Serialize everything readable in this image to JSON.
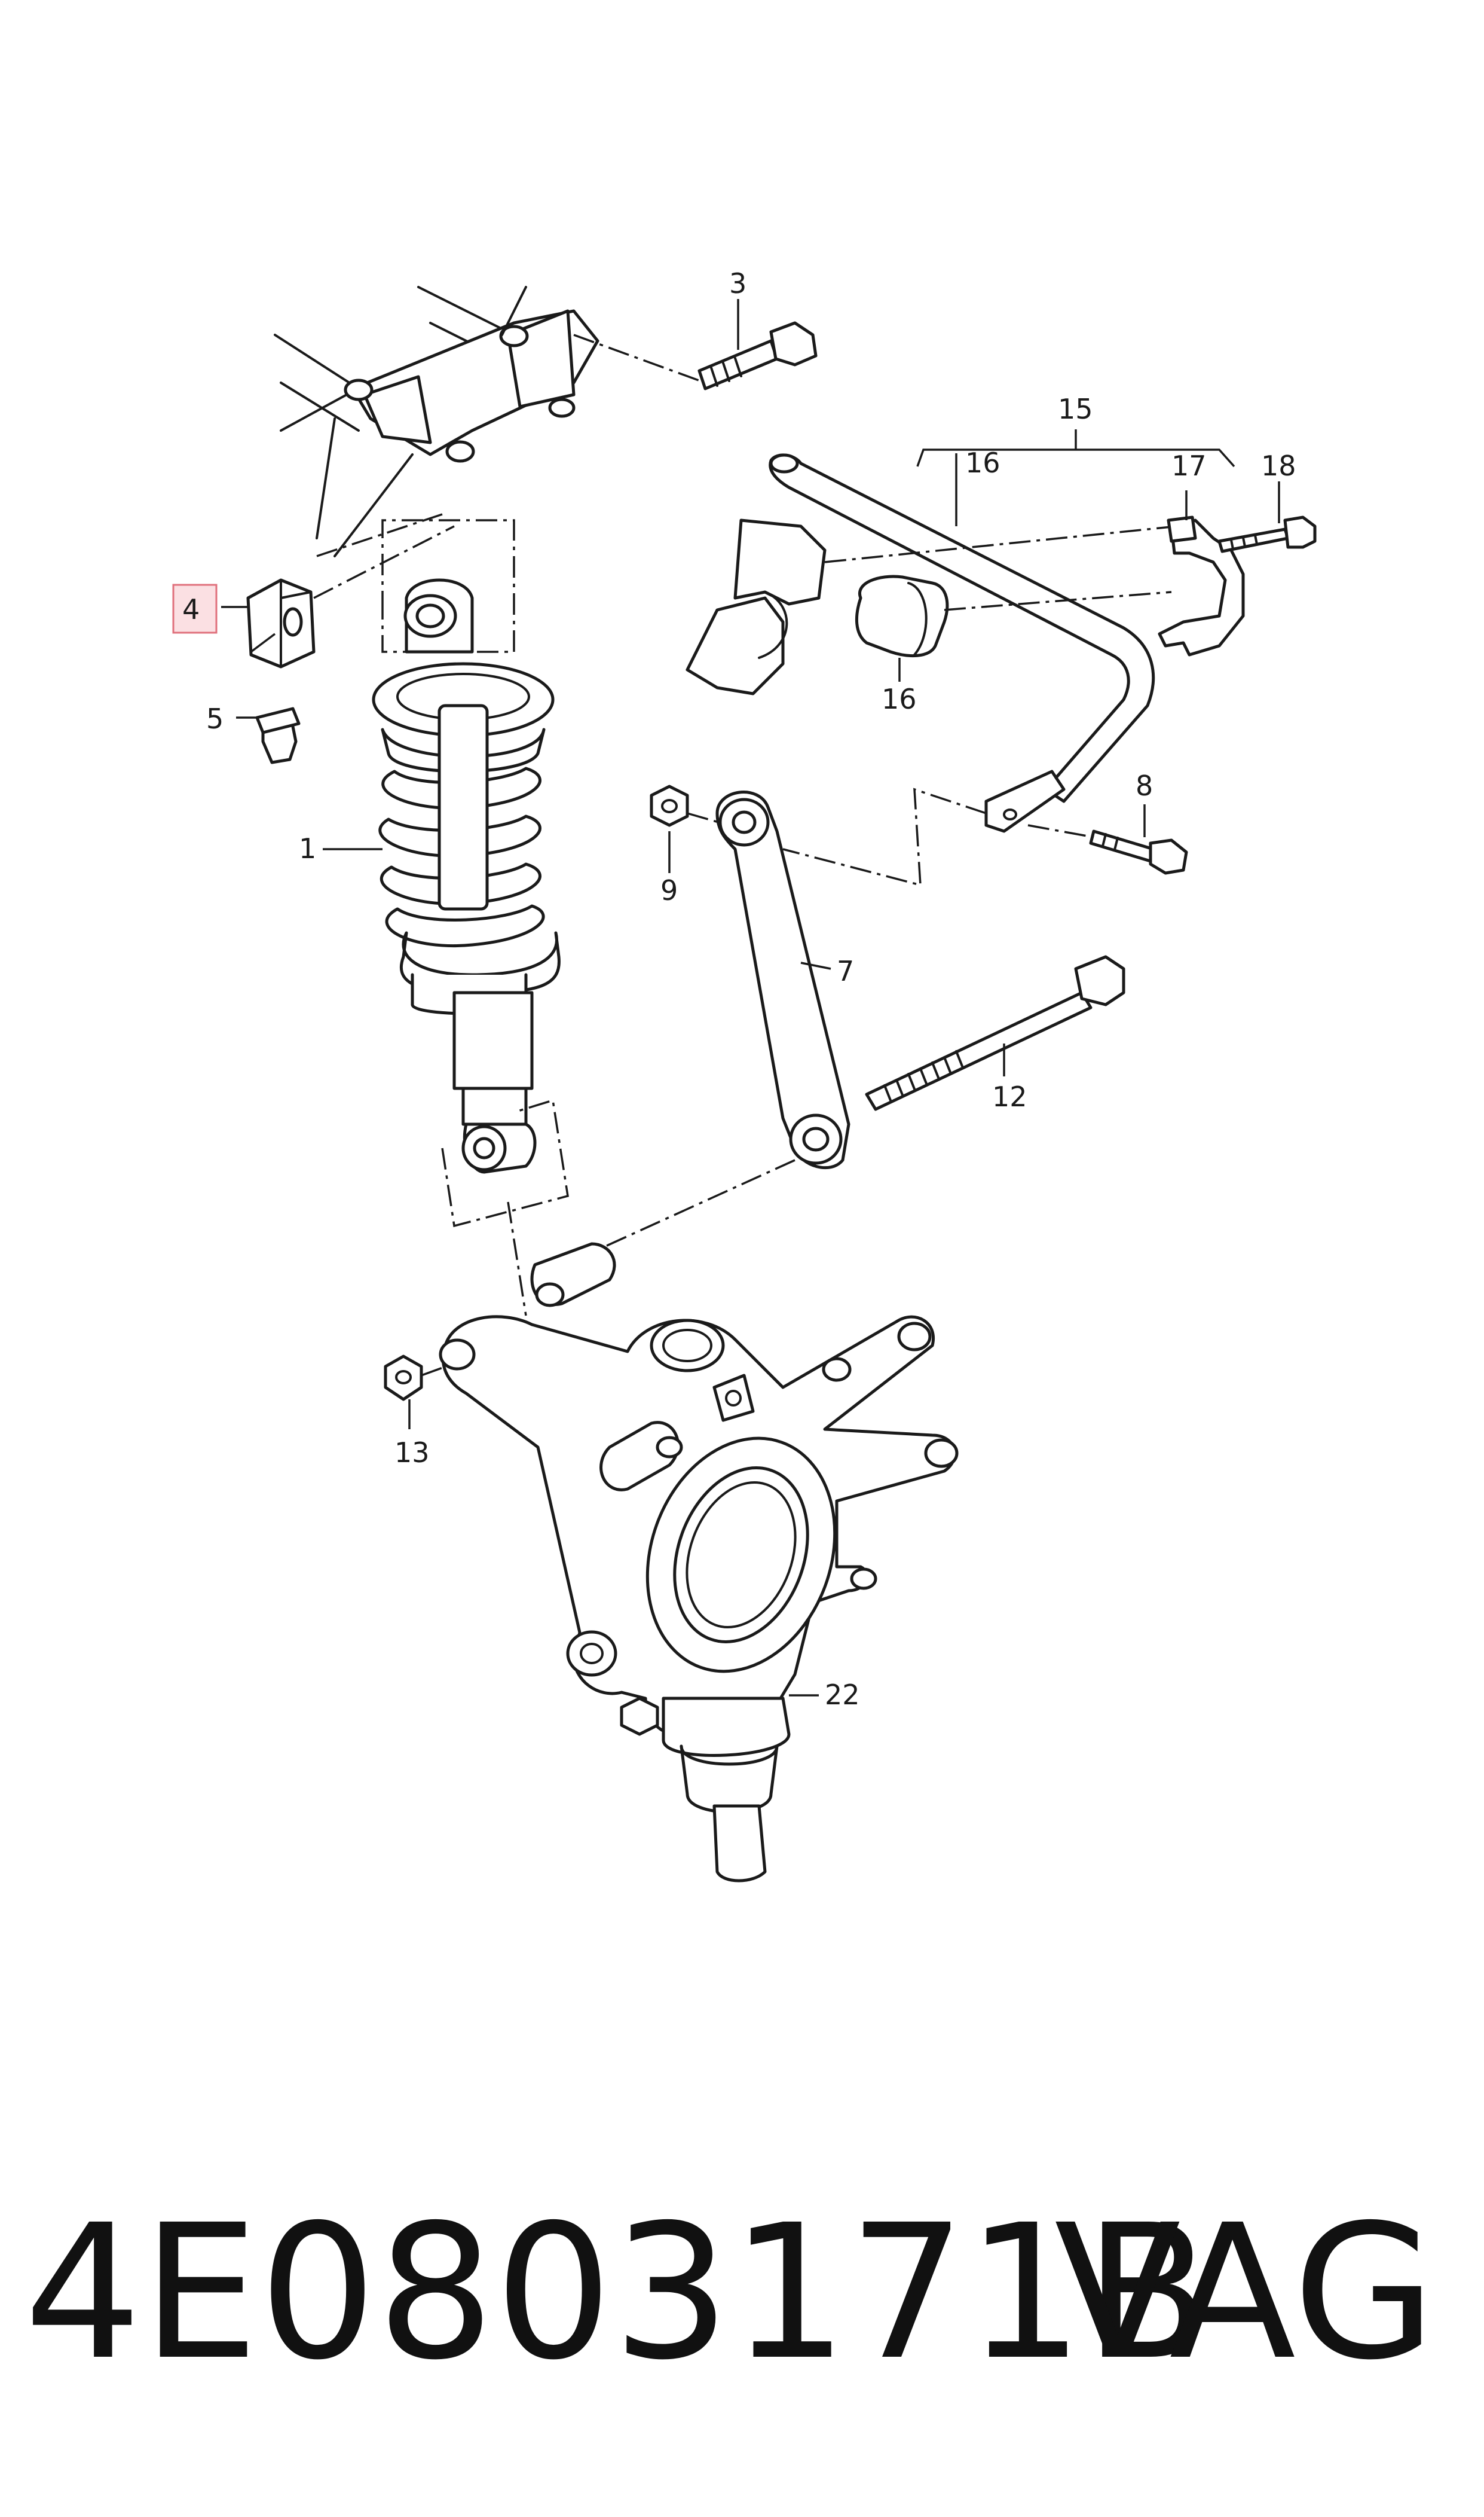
{
  "diagram": {
    "callouts": {
      "c1": "1",
      "c3": "3",
      "c4": "4",
      "c5": "5",
      "c7": "7",
      "c8": "8",
      "c9": "9",
      "c12": "12",
      "c13": "13",
      "c15": "15",
      "c16a": "16",
      "c16b": "16",
      "c17": "17",
      "c18": "18",
      "c22": "22"
    },
    "highlighted_part": "4",
    "highlight_color": "#e0707c"
  },
  "footer": {
    "part_number": "4E0803171B",
    "brand": "VAG"
  }
}
